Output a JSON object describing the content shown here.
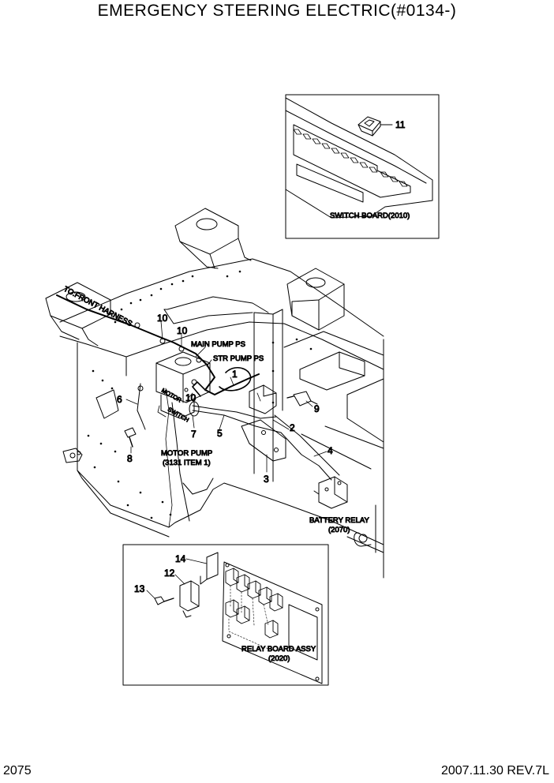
{
  "title": "EMERGENCY STEERING ELECTRIC(#0134-)",
  "page_number": "2075",
  "revision": "2007.11.30  REV.7L",
  "labels": {
    "to_front_harness": "TO:FRONT HARNESS",
    "main_pump_ps": "MAIN PUMP PS",
    "str_pump_ps": "STR PUMP PS",
    "motor_pump": "MOTOR PUMP",
    "motor_pump_ref": "(3131 ITEM 1)",
    "battery_relay": "BATTERY RELAY",
    "battery_relay_ref": "(2070)",
    "switch_board": "SWITCH BOARD(2010)",
    "relay_board_assy": "RELAY BOARD ASSY",
    "relay_board_ref": "(2020)",
    "motor_tag": "MOTOR",
    "switch_tag": "SWITCH"
  },
  "callouts": {
    "c1": "1",
    "c2": "2",
    "c3": "3",
    "c4": "4",
    "c5": "5",
    "c6": "6",
    "c7": "7",
    "c8": "8",
    "c9": "9",
    "c10a": "10",
    "c10b": "10",
    "c10c": "10",
    "c11": "11",
    "c12": "12",
    "c13": "13",
    "c14": "14"
  }
}
